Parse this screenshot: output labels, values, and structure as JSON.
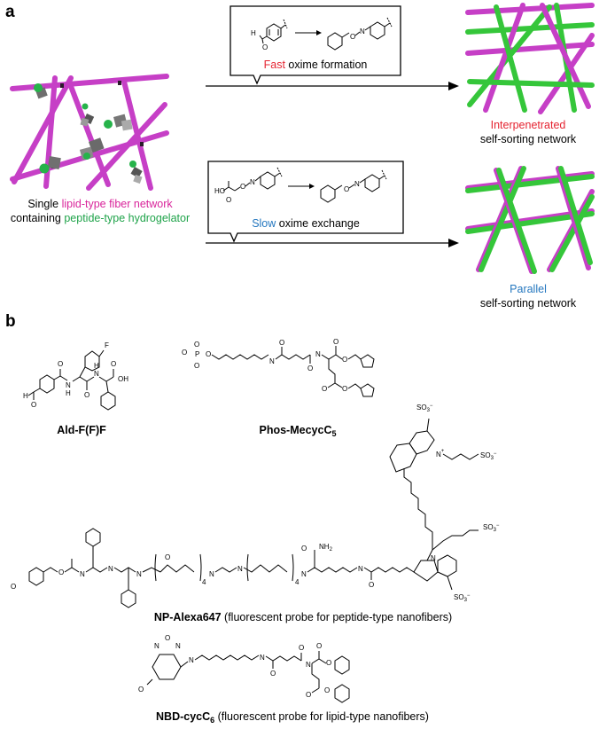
{
  "panel_a": {
    "label": "a",
    "left_caption": {
      "line1_pre": "Single ",
      "line1_highlight": "lipid-type fiber network",
      "line2_pre": "containing ",
      "line2_highlight": "peptide-type hydrogelator"
    },
    "top_reaction": {
      "highlight": "Fast",
      "rest": " oxime formation"
    },
    "bottom_reaction": {
      "highlight": "Slow",
      "rest": " oxime exchange"
    },
    "top_result": {
      "line1": "Interpenetrated",
      "line2": "self-sorting network"
    },
    "bottom_result": {
      "line1": "Parallel",
      "line2": "self-sorting network"
    }
  },
  "panel_b": {
    "label": "b",
    "compounds": {
      "ald": {
        "name_main": "Ald-F(F)F"
      },
      "phos": {
        "name_main": "Phos-MecycC",
        "sub": "5"
      },
      "np": {
        "name_main": "NP-Alexa647",
        "desc": " (fluorescent probe for peptide-type nanofibers)"
      },
      "nbd": {
        "name_main": "NBD-cycC",
        "sub": "6",
        "desc": " (fluorescent probe for lipid-type nanofibers)"
      }
    },
    "atoms": {
      "F": "F",
      "O": "O",
      "H": "H",
      "N": "N",
      "OH": "OH",
      "HO": "HO",
      "NH2": "NH",
      "two": "2",
      "P": "P",
      "Ominus": "O",
      "minus": "−",
      "SO3": "SO",
      "three": "3",
      "Nplus": "N",
      "plus": "+",
      "O2N": "O",
      "NO2N": "N",
      "four": "4"
    }
  },
  "colors": {
    "magenta_text": "#d9259b",
    "green_text": "#1fa34a",
    "red_text": "#e52431",
    "blue_text": "#2477bf",
    "fiber_magenta": "#c63fc6",
    "fiber_green": "#35c63a"
  }
}
